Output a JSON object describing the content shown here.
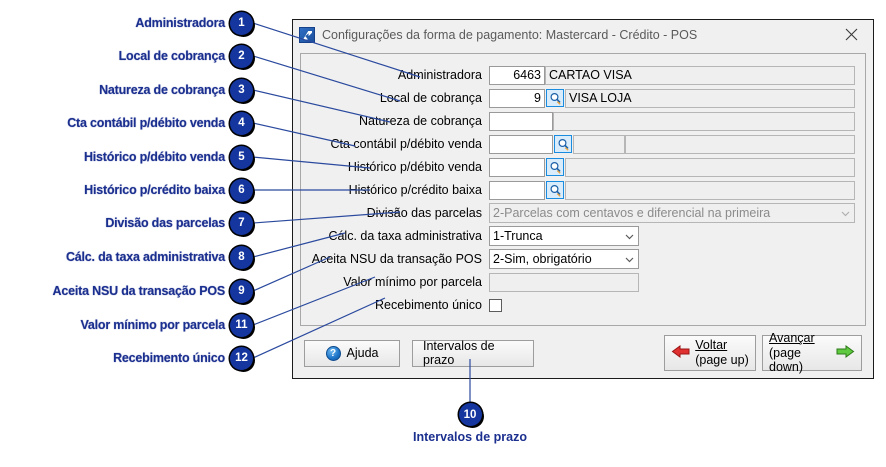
{
  "dialog": {
    "title": "Configurações da forma de pagamento: Mastercard - Crédito - POS",
    "app_icon": "app-arrow-icon",
    "close_icon": "close-icon",
    "fields": [
      {
        "label": "Administradora",
        "code": "6463",
        "desc": "CARTAO VISA",
        "type": "code-desc",
        "lookup": false
      },
      {
        "label": "Local de cobrança",
        "code": "9",
        "desc": "VISA LOJA",
        "type": "code-lookup-desc",
        "lookup": true
      },
      {
        "label": "Natureza de cobrança",
        "code": "",
        "desc": "",
        "type": "code-desc",
        "lookup": false
      },
      {
        "label": "Cta contábil p/débito venda",
        "code": "",
        "seg": "",
        "desc": "",
        "type": "code-lookup-seg-desc",
        "lookup": true
      },
      {
        "label": "Histórico p/débito venda",
        "code": "",
        "desc": "",
        "type": "code-lookup-desc",
        "lookup": true
      },
      {
        "label": "Histórico p/crédito baixa",
        "code": "",
        "desc": "",
        "type": "code-lookup-desc",
        "lookup": true
      }
    ],
    "selects": [
      {
        "label": "Divisão das parcelas",
        "value": "2-Parcelas com centavos e diferencial na primeira",
        "disabled": true,
        "width": "full"
      },
      {
        "label": "Cálc. da taxa administrativa",
        "value": "1-Trunca",
        "disabled": false,
        "width": "mid"
      },
      {
        "label": "Aceita NSU da transação POS",
        "value": "2-Sim, obrigatório",
        "disabled": false,
        "width": "mid"
      }
    ],
    "min_value": {
      "label": "Valor mínimo por parcela",
      "value": ""
    },
    "single_receipt": {
      "label": "Recebimento único",
      "checked": false
    },
    "buttons": {
      "help": "Ajuda",
      "help_icon": "question-mark-icon",
      "intervals": "Intervalos de prazo",
      "back_line1": "Voltar",
      "back_line2": "(page up)",
      "back_icon": "arrow-left-red-icon",
      "next_line1": "Avançar",
      "next_line2": "(page down)",
      "next_icon": "arrow-right-green-icon"
    }
  },
  "annotations": {
    "accent_color": "#1b2f8f",
    "badge_color": "#15369e",
    "items": [
      {
        "n": "1",
        "label": "Administradora"
      },
      {
        "n": "2",
        "label": "Local de cobrança"
      },
      {
        "n": "3",
        "label": "Natureza de cobrança"
      },
      {
        "n": "4",
        "label": "Cta contábil p/débito venda"
      },
      {
        "n": "5",
        "label": "Histórico p/débito venda"
      },
      {
        "n": "6",
        "label": "Histórico p/crédito baixa"
      },
      {
        "n": "7",
        "label": "Divisão das parcelas"
      },
      {
        "n": "8",
        "label": "Cálc. da taxa administrativa"
      },
      {
        "n": "9",
        "label": "Aceita NSU da transação POS"
      },
      {
        "n": "11",
        "label": "Valor mínimo por parcela"
      },
      {
        "n": "12",
        "label": "Recebimento único"
      }
    ],
    "bottom": {
      "n": "10",
      "label": "Intervalos de prazo"
    }
  }
}
